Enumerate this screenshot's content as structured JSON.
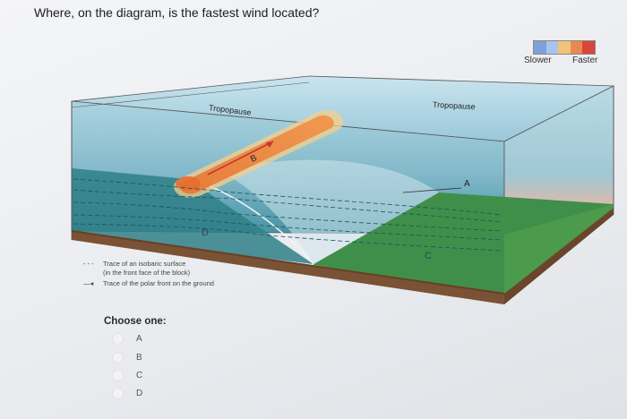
{
  "question": "Where, on the diagram, is the fastest wind located?",
  "legend": {
    "slower": "Slower",
    "faster": "Faster",
    "colors": [
      "#7fa0d8",
      "#a9c4ec",
      "#f0c27a",
      "#e68a50",
      "#d8453c"
    ]
  },
  "diagram": {
    "tropopause_left": "Tropopause",
    "tropopause_right": "Tropopause",
    "label_a": "A",
    "label_b": "B",
    "label_c": "C",
    "label_d": "D"
  },
  "key": {
    "isobaric_line1": "Trace of an isobaric surface",
    "isobaric_line2": "(in the front face of the block)",
    "polar_front": "Trace of the polar front on the ground"
  },
  "choices": {
    "label": "Choose one:",
    "options": [
      "A",
      "B",
      "C",
      "D"
    ]
  }
}
